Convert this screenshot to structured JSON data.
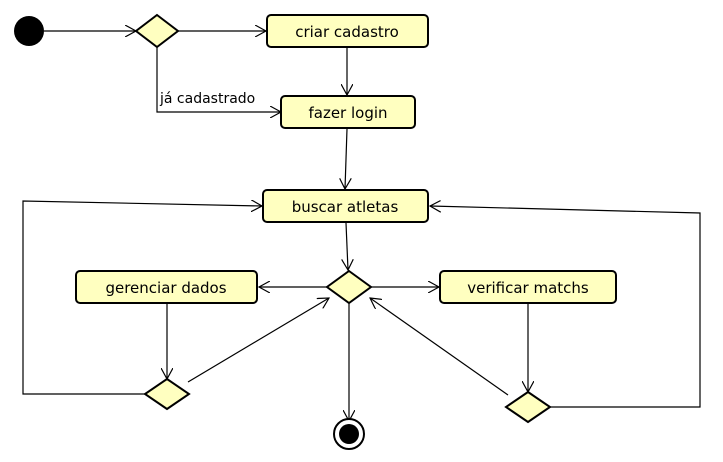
{
  "diagram": {
    "type": "uml-activity",
    "colors": {
      "activity_fill": "#ffffc0",
      "stroke": "#000000",
      "background": "#ffffff"
    },
    "nodes": {
      "start": {
        "kind": "initial"
      },
      "decision_entry": {
        "kind": "decision"
      },
      "criar_cadastro": {
        "kind": "action",
        "label": "criar cadastro"
      },
      "fazer_login": {
        "kind": "action",
        "label": "fazer login"
      },
      "buscar_atletas": {
        "kind": "action",
        "label": "buscar atletas"
      },
      "decision_main": {
        "kind": "decision"
      },
      "gerenciar_dados": {
        "kind": "action",
        "label": "gerenciar dados"
      },
      "verificar_matchs": {
        "kind": "action",
        "label": "verificar matchs"
      },
      "decision_left": {
        "kind": "decision"
      },
      "decision_right": {
        "kind": "decision"
      },
      "end": {
        "kind": "final"
      }
    },
    "edges": [
      {
        "from": "start",
        "to": "decision_entry"
      },
      {
        "from": "decision_entry",
        "to": "criar_cadastro"
      },
      {
        "from": "decision_entry",
        "to": "fazer_login",
        "label": "já cadastrado"
      },
      {
        "from": "criar_cadastro",
        "to": "fazer_login"
      },
      {
        "from": "fazer_login",
        "to": "buscar_atletas"
      },
      {
        "from": "buscar_atletas",
        "to": "decision_main"
      },
      {
        "from": "decision_main",
        "to": "gerenciar_dados"
      },
      {
        "from": "decision_main",
        "to": "verificar_matchs"
      },
      {
        "from": "decision_main",
        "to": "end"
      },
      {
        "from": "gerenciar_dados",
        "to": "decision_left"
      },
      {
        "from": "verificar_matchs",
        "to": "decision_right"
      },
      {
        "from": "decision_left",
        "to": "buscar_atletas"
      },
      {
        "from": "decision_left",
        "to": "decision_main"
      },
      {
        "from": "decision_right",
        "to": "buscar_atletas"
      },
      {
        "from": "decision_right",
        "to": "decision_main"
      }
    ]
  }
}
